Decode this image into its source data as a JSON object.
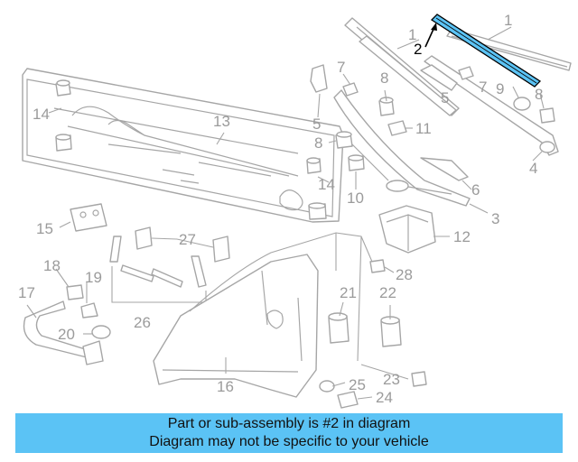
{
  "diagram": {
    "highlight_color": "#5bc3f5",
    "callouts": {
      "c1a": "1",
      "c1b": "1",
      "c2": "2",
      "c3": "3",
      "c4": "4",
      "c5a": "5",
      "c5b": "5",
      "c6": "6",
      "c7a": "7",
      "c7b": "7",
      "c8a": "8",
      "c8b": "8",
      "c8c": "8",
      "c9": "9",
      "c10": "10",
      "c11": "11",
      "c12": "12",
      "c13": "13",
      "c14a": "14",
      "c14b": "14",
      "c15": "15",
      "c16": "16",
      "c17": "17",
      "c18": "18",
      "c19": "19",
      "c20": "20",
      "c21": "21",
      "c22": "22",
      "c23": "23",
      "c24": "24",
      "c25": "25",
      "c26": "26",
      "c27": "27",
      "c28": "28"
    }
  },
  "banner": {
    "line1": "Part or sub-assembly is #2 in diagram",
    "line2": "Diagram may not be specific to your vehicle",
    "background": "#5bc3f5"
  }
}
